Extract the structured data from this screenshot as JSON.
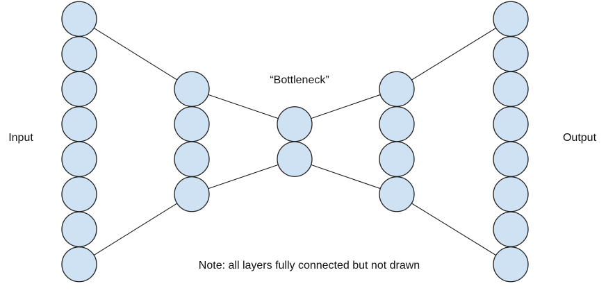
{
  "labels": {
    "input": "Input",
    "output": "Output",
    "bottleneck": "“Bottleneck”",
    "note": "Note: all layers fully connected but not drawn"
  },
  "colors": {
    "node_fill": "#cfe2f3",
    "node_stroke": "#1f1f1f",
    "edge": "#1a1a1a"
  },
  "layers": [
    {
      "name": "input-layer",
      "units": 8
    },
    {
      "name": "encoder-layer",
      "units": 4
    },
    {
      "name": "bottleneck-layer",
      "units": 2
    },
    {
      "name": "decoder-layer",
      "units": 4
    },
    {
      "name": "output-layer",
      "units": 8
    }
  ]
}
